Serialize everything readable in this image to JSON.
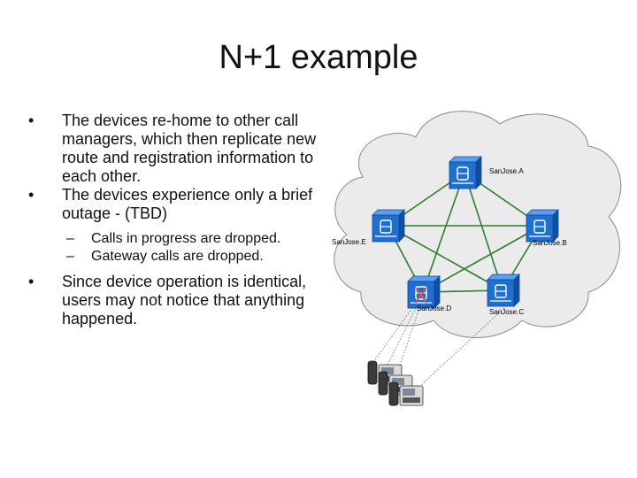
{
  "title": "N+1 example",
  "bullets": [
    "The devices re-home to other call managers, which then replicate new route and registration information to each other.",
    "The devices experience only a brief outage - (TBD)",
    "Since device operation is identical, users may not notice that anything happened."
  ],
  "sub_bullets": [
    "Calls in progress are dropped.",
    "Gateway calls are dropped."
  ],
  "diagram": {
    "nodes": [
      {
        "id": "a",
        "label": "SanJose.A",
        "failed": false
      },
      {
        "id": "b",
        "label": "SanJose.B",
        "failed": false
      },
      {
        "id": "c",
        "label": "SanJose.C",
        "failed": false
      },
      {
        "id": "d",
        "label": "SanJose.D",
        "failed": true
      },
      {
        "id": "e",
        "label": "SanJose.E",
        "failed": false
      }
    ],
    "links": [
      [
        "a",
        "e"
      ],
      [
        "a",
        "b"
      ],
      [
        "a",
        "d"
      ],
      [
        "a",
        "c"
      ],
      [
        "e",
        "b"
      ],
      [
        "e",
        "d"
      ],
      [
        "e",
        "c"
      ],
      [
        "b",
        "d"
      ],
      [
        "b",
        "c"
      ],
      [
        "d",
        "c"
      ]
    ],
    "failure_mark": "X",
    "colors": {
      "cloud_fill": "#ebebeb",
      "cloud_stroke": "#8a8a8a",
      "link": "#2e7d32",
      "router": "#1f6fd1",
      "failure": "#d9534f"
    }
  }
}
